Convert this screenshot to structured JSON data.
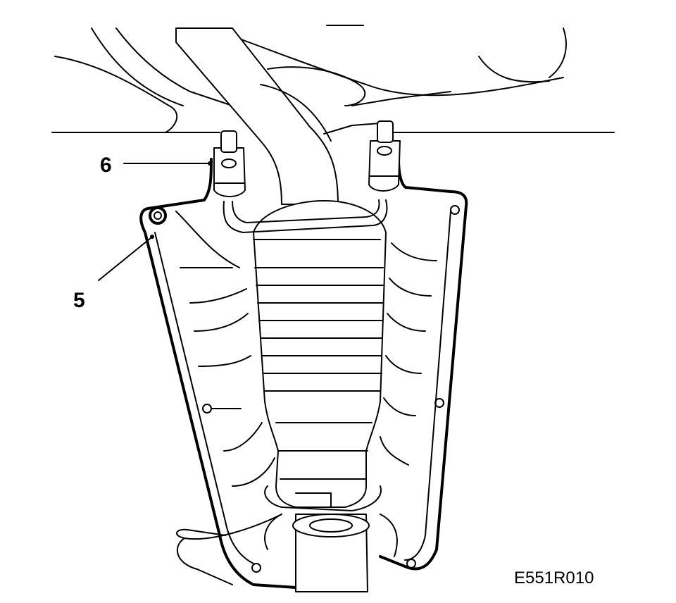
{
  "figure": {
    "reference_code": "E551R010"
  },
  "callouts": [
    {
      "id": "callout-6",
      "label": "6"
    },
    {
      "id": "callout-5",
      "label": "5"
    }
  ]
}
